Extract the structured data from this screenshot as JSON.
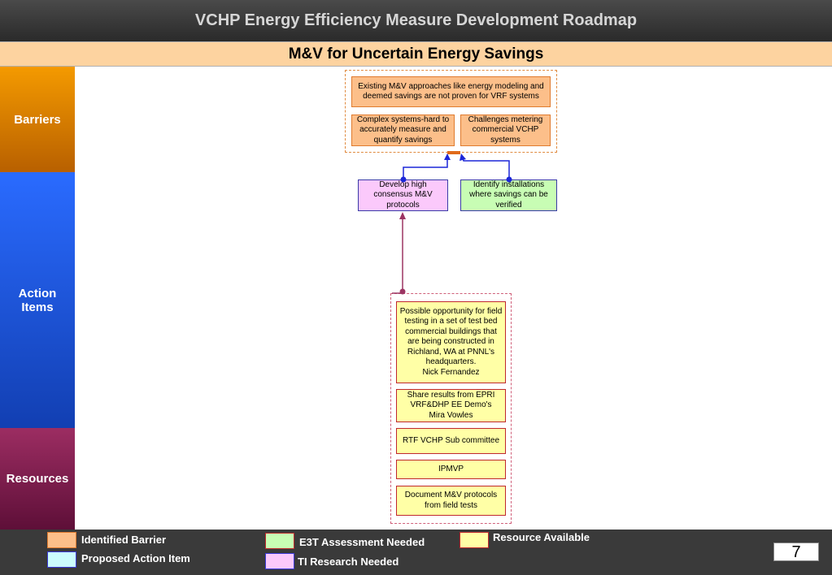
{
  "header": {
    "title": "VCHP Energy Efficiency Measure Development Roadmap"
  },
  "subheader": {
    "title": "M&V for Uncertain Energy Savings"
  },
  "bands": {
    "barriers": "Barriers",
    "actions": "Action\nItems",
    "resources": "Resources"
  },
  "barriers": [
    "Existing M&V approaches like energy modeling and deemed savings are not proven for VRF systems",
    "Complex systems-hard to accurately measure and quantify savings",
    "Challenges metering commercial VCHP systems"
  ],
  "actions": [
    "Develop high consensus M&V protocols",
    "Identify installations where savings can be verified"
  ],
  "resources": [
    "Possible opportunity for field testing in a set of test bed commercial buildings that are being constructed in Richland, WA at PNNL's headquarters.\nNick Fernandez",
    "Share results from EPRI VRF&DHP EE Demo's\nMira Vowles",
    "RTF VCHP Sub committee",
    "IPMVP",
    "Document M&V protocols from field tests"
  ],
  "legend": [
    {
      "label": "Identified Barrier",
      "color": "#fcbf8a"
    },
    {
      "label": "Proposed Action Item",
      "color": "#ccfdfd"
    },
    {
      "label": "E3T Assessment Needed",
      "color": "#c8fdb4"
    },
    {
      "label": "TI Research Needed",
      "color": "#fbc9fb"
    },
    {
      "label": "Resource Available",
      "color": "#ffffa6"
    }
  ],
  "page_number": "7"
}
